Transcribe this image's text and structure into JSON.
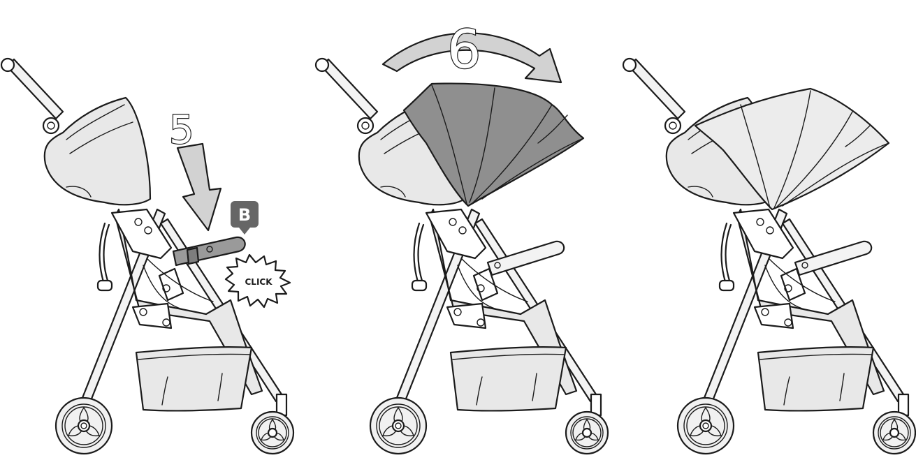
{
  "steps": {
    "step_5": "5",
    "step_6": "6"
  },
  "callout_label": "B",
  "click_label": "CLICK",
  "colors": {
    "line": "#1b1b1b",
    "fabric_light": "#e8e8e8",
    "highlight_gray": "#9a9a9a",
    "arrow_gray": "#d2d2d2",
    "callout_gray": "#666666"
  },
  "icons": [
    "stroller-icon",
    "down-arrow-icon",
    "curved-arrow-icon",
    "callout-marker-icon",
    "click-burst-icon"
  ]
}
